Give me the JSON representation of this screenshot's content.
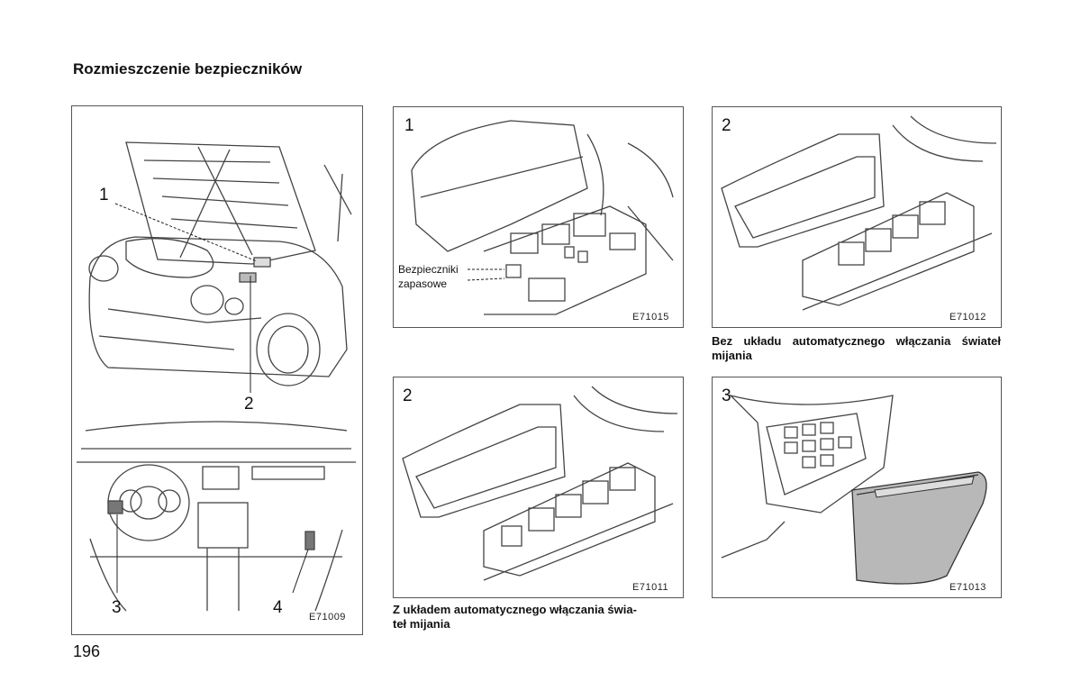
{
  "page": {
    "title": "Rozmieszczenie bezpieczników",
    "page_number": "196"
  },
  "figures": {
    "main": {
      "callout_1": "1",
      "callout_2": "2",
      "callout_3": "3",
      "callout_4": "4",
      "code": "E71009"
    },
    "fig_1": {
      "number": "1",
      "code": "E71015",
      "spare_label_line1": "Bezpieczniki",
      "spare_label_line2": "zapasowe"
    },
    "fig_2a": {
      "number": "2",
      "code": "E71012",
      "caption": "Bez układu automatycznego włączania świateł mijania"
    },
    "fig_2b": {
      "number": "2",
      "code": "E71011",
      "caption_line1": "Z układem automatycznego włączania świa-",
      "caption_line2": "teł mijania"
    },
    "fig_3": {
      "number": "3",
      "code": "E71013"
    }
  }
}
